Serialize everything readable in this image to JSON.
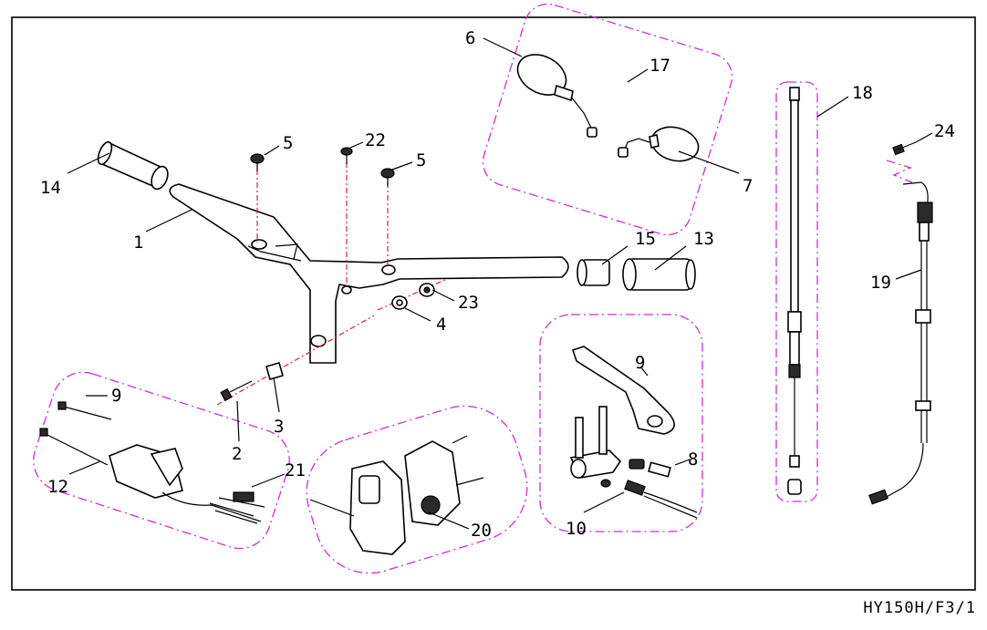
{
  "drawing_code": "HY150H/F3/1",
  "callouts": {
    "c1": "1",
    "c2": "2",
    "c3": "3",
    "c4": "4",
    "c5a": "5",
    "c5b": "5",
    "c6": "6",
    "c7": "7",
    "c8": "8",
    "c9a": "9",
    "c9b": "9",
    "c10": "10",
    "c12": "12",
    "c13": "13",
    "c14": "14",
    "c15": "15",
    "c17": "17",
    "c18": "18",
    "c19": "19",
    "c20": "20",
    "c21": "21",
    "c22": "22",
    "c23": "23",
    "c24": "24"
  },
  "colors": {
    "group_outline": "#d22fc9",
    "center_line": "#e0203a",
    "frame": "#000000"
  }
}
